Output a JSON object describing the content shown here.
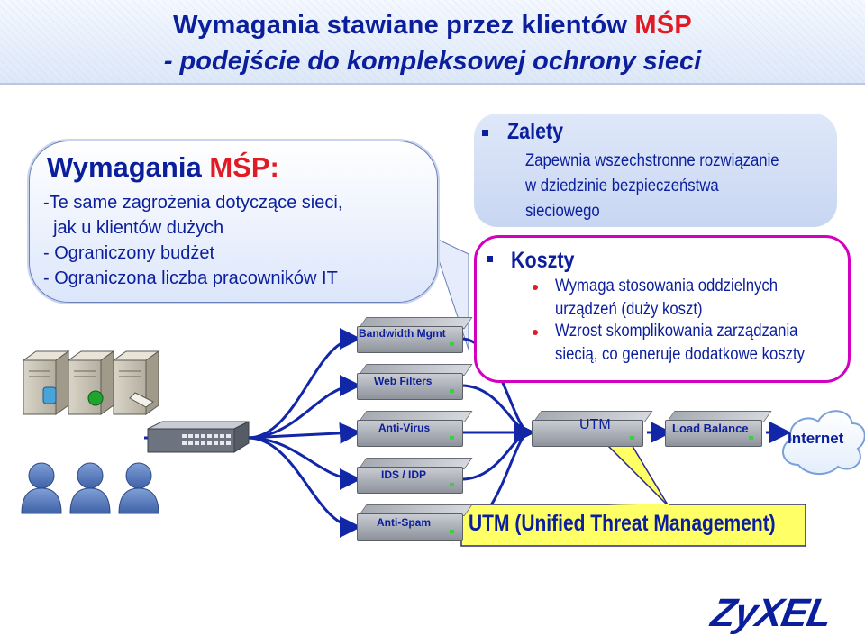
{
  "header": {
    "title_line1_main": "Wymagania stawiane przez klientów ",
    "title_line1_accent": "MŚP",
    "title_line2": "- podejście do kompleksowej ochrony sieci"
  },
  "requirements": {
    "title_main": "Wymagania ",
    "title_accent": "MŚP:",
    "lines": [
      "-Te same zagrożenia dotyczące sieci,",
      "  jak u klientów dużych",
      "- Ograniczony budżet",
      "- Ograniczona liczba pracowników IT"
    ]
  },
  "zalety": {
    "heading": "Zalety",
    "text_lines": [
      "Zapewnia wszechstronne rozwiązanie",
      "w dziedzinie bezpieczeństwa",
      "sieciowego"
    ]
  },
  "koszty": {
    "heading": "Koszty",
    "items": [
      {
        "lines": [
          "Wymaga stosowania oddzielnych",
          "urządzeń (duży koszt)"
        ]
      },
      {
        "lines": [
          "Wzrost skomplikowania zarządzania",
          "siecią, co generuje dodatkowe koszty"
        ]
      }
    ]
  },
  "devices": {
    "bandwidth": "Bandwidth Mgmt",
    "webfilters": "Web Filters",
    "antivirus": "Anti-Virus",
    "idsidp": "IDS / IDP",
    "antispam": "Anti-Spam",
    "utm": "UTM",
    "loadbalance": "Load Balance"
  },
  "callout": {
    "text": "UTM (Unified Threat Management)"
  },
  "cloud": {
    "text": "Internet"
  },
  "logo": {
    "text": "ZyXEL"
  },
  "colors": {
    "title": "#0b1e9c",
    "accent": "#e01b24",
    "callout_fill": "#ffff66",
    "koszty_border": "#d200c0"
  }
}
